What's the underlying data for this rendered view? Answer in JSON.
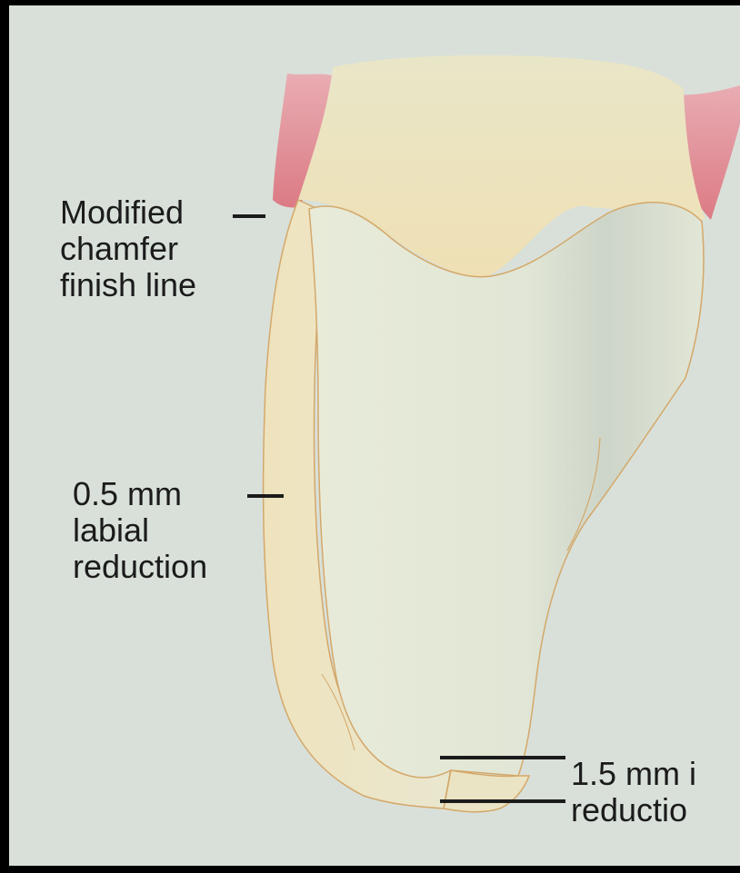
{
  "labels": {
    "finish_line": [
      "Modified",
      "chamfer",
      "finish line"
    ],
    "labial": [
      "0.5 mm",
      "labial",
      "reduction"
    ],
    "incisal": [
      "1.5 mm i",
      "reductio"
    ]
  },
  "colors": {
    "background": "#d9e0d9",
    "gingiva": "#e8868f",
    "tooth_root": "#eee6bd",
    "prepared_tooth": "#e6e9d6",
    "enamel_outline": "#d4a86a",
    "leader_line": "#1b1b1b"
  }
}
